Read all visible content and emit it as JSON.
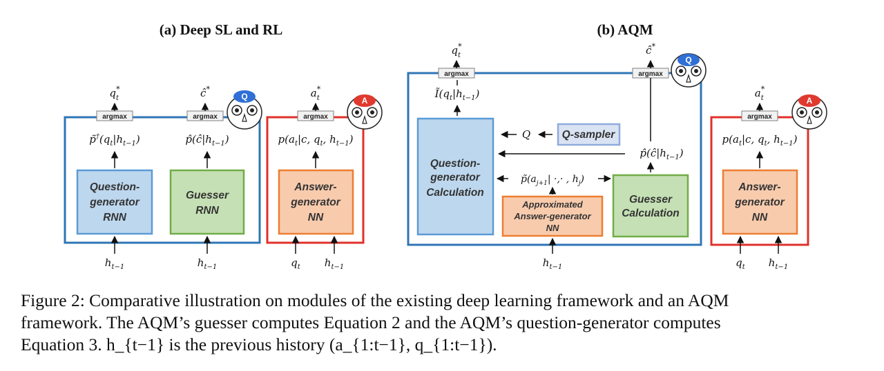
{
  "panel_a": {
    "title": "(a) Deep SL and RL",
    "argmax": "argmax",
    "qgen": {
      "lines": [
        "Question-",
        "generator",
        "RNN"
      ],
      "output": "p̃†(q_t|h_{t−1})",
      "star": "q_t^*",
      "input": "h_{t−1}"
    },
    "guesser": {
      "lines": [
        "Guesser",
        "RNN"
      ],
      "output": "p̂(ĉ|h_{t−1})",
      "star": "ĉ^*",
      "input": "h_{t−1}"
    },
    "answer": {
      "lines": [
        "Answer-",
        "generator",
        "NN"
      ],
      "output": "p(a_t|c, q_t, h_{t−1})",
      "star": "a_t^*",
      "input1": "q_t",
      "input2": "h_{t−1}"
    },
    "q_badge": "Q",
    "a_badge": "A"
  },
  "panel_b": {
    "title": "(b) AQM",
    "argmax": "argmax",
    "qcalc": {
      "lines": [
        "Question-",
        "generator",
        "Calculation"
      ],
      "output": "Ĩ(q_t|h_{t−1})",
      "star": "q_t^*"
    },
    "qsampler": {
      "label": "Q-sampler",
      "arrow_label": "Q"
    },
    "guesser": {
      "lines": [
        "Guesser",
        "Calculation"
      ],
      "output": "p̂(ĉ|h_{t−1})",
      "star": "ĉ^*"
    },
    "approx": {
      "lines": [
        "Approximated",
        "Answer-generator",
        "NN"
      ],
      "output": "p̃(a_{j+1}| ·,· , h_j)"
    },
    "input": "h_{t−1}",
    "answer": {
      "lines": [
        "Answer-",
        "generator",
        "NN"
      ],
      "output": "p(a_t|c, q_t, h_{t−1})",
      "star": "a_t^*",
      "input1": "q_t",
      "input2": "h_{t−1}"
    },
    "q_badge": "Q",
    "a_badge": "A"
  },
  "caption": {
    "line1": "Figure 2: Comparative illustration on modules of the existing deep learning framework and an AQM",
    "line2": "framework. The AQM’s guesser computes Equation 2 and the AQM’s question-generator computes",
    "line3": "Equation 3. h_{t−1} is the previous history (a_{1:t−1}, q_{1:t−1})."
  },
  "colors": {
    "blue_frame": "#2e75b6",
    "red_frame": "#e0302a",
    "blue_fill": "#bdd7ee",
    "blue_stroke": "#5b9bd5",
    "green_fill": "#c5e0b4",
    "green_stroke": "#70ad47",
    "orange_fill": "#f8cbad",
    "orange_stroke": "#ed7d31",
    "qsampler_fill": "#dae3f3",
    "badge_q": "#2f6fd6",
    "badge_a": "#e03a2f"
  }
}
